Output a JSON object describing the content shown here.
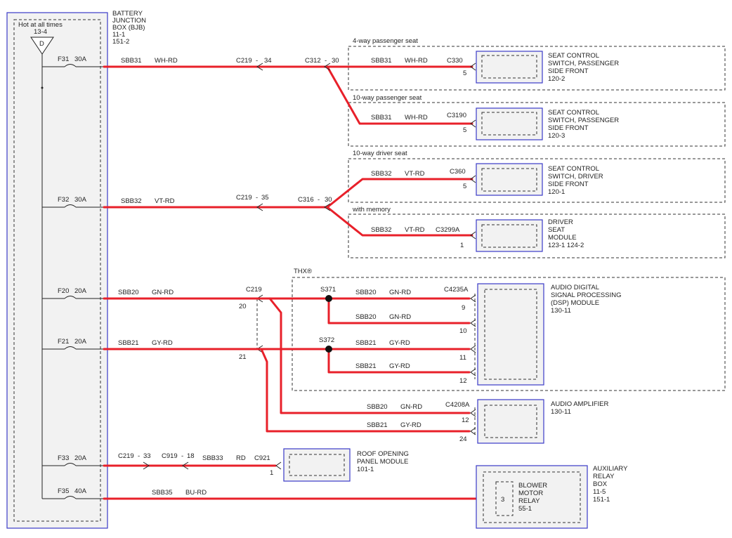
{
  "bjb": {
    "title_lines": [
      "BATTERY",
      "JUNCTION",
      "BOX (BJB)",
      "11-1",
      "151-2"
    ],
    "hot_label": "Hot at all times",
    "hot_ref": "13-4",
    "bus_letter": "D"
  },
  "fuses": [
    {
      "id": "F31",
      "amps": "30A"
    },
    {
      "id": "F32",
      "amps": "30A"
    },
    {
      "id": "F20",
      "amps": "20A"
    },
    {
      "id": "F21",
      "amps": "20A"
    },
    {
      "id": "F33",
      "amps": "20A"
    },
    {
      "id": "F35",
      "amps": "40A"
    }
  ],
  "circuits": {
    "f31": {
      "circuit": "SBB31",
      "color": "WH-RD",
      "conn1": "C219",
      "pin1": "34",
      "conn2": "C312",
      "pin2": "30"
    },
    "f32": {
      "circuit": "SBB32",
      "color": "VT-RD",
      "conn1": "C219",
      "pin1": "35",
      "conn2": "C316",
      "pin2": "30"
    },
    "f20": {
      "circuit": "SBB20",
      "color": "GN-RD",
      "conn": "C219",
      "pin": "20"
    },
    "f21": {
      "circuit": "SBB21",
      "color": "GY-RD",
      "pin": "21"
    },
    "f33": {
      "circuit": "SBB33",
      "color": "RD",
      "conn1": "C219",
      "pin1": "33",
      "conn2": "C919",
      "pin2": "18",
      "conn3": "C921",
      "pin3": "1"
    },
    "f35": {
      "circuit": "SBB35",
      "color": "BU-RD",
      "pin": "3"
    }
  },
  "seat_groups": [
    {
      "label": "4-way passenger seat",
      "circuit": "SBB31",
      "color": "WH-RD",
      "conn": "C330",
      "pin": "5",
      "module_lines": [
        "SEAT CONTROL",
        "SWITCH, PASSENGER",
        "SIDE FRONT",
        "120-2"
      ]
    },
    {
      "label": "10-way passenger seat",
      "circuit": "SBB31",
      "color": "WH-RD",
      "conn": "C3190",
      "pin": "5",
      "module_lines": [
        "SEAT CONTROL",
        "SWITCH, PASSENGER",
        "SIDE FRONT",
        "120-3"
      ]
    },
    {
      "label": "10-way driver seat",
      "circuit": "SBB32",
      "color": "VT-RD",
      "conn": "C360",
      "pin": "5",
      "module_lines": [
        "SEAT CONTROL",
        "SWITCH, DRIVER",
        "SIDE FRONT",
        "120-1"
      ]
    },
    {
      "label": "with memory",
      "circuit": "SBB32",
      "color": "VT-RD",
      "conn": "C3299A",
      "pin": "1",
      "module_lines": [
        "DRIVER",
        "SEAT",
        "MODULE",
        "123-1    124-2"
      ]
    }
  ],
  "thx": {
    "label": "THX®",
    "splice1": "S371",
    "splice2": "S372",
    "dsp_conn": "C4235A",
    "wires": [
      {
        "circuit": "SBB20",
        "color": "GN-RD",
        "pin": "9"
      },
      {
        "circuit": "SBB20",
        "color": "GN-RD",
        "pin": "10"
      },
      {
        "circuit": "SBB21",
        "color": "GY-RD",
        "pin": "11"
      },
      {
        "circuit": "SBB21",
        "color": "GY-RD",
        "pin": "12"
      }
    ],
    "dsp_lines": [
      "AUDIO DIGITAL",
      "SIGNAL PROCESSING",
      "(DSP) MODULE",
      "130-11"
    ]
  },
  "amp": {
    "conn": "C4208A",
    "wires": [
      {
        "circuit": "SBB20",
        "color": "GN-RD",
        "pin": "12"
      },
      {
        "circuit": "SBB21",
        "color": "GY-RD",
        "pin": "24"
      }
    ],
    "lines": [
      "AUDIO AMPLIFIER",
      "130-11"
    ]
  },
  "roof": {
    "lines": [
      "ROOF OPENING",
      "PANEL MODULE",
      "101-1"
    ]
  },
  "aux": {
    "lines": [
      "AUXILIARY",
      "RELAY",
      "BOX",
      "11-5",
      "151-1"
    ],
    "relay_lines": [
      "BLOWER",
      "MOTOR",
      "RELAY",
      "55-1"
    ]
  },
  "colors": {
    "wire": "#e8202a",
    "module_border": "#3a3ac8",
    "module_fill": "#f2f2f2"
  }
}
